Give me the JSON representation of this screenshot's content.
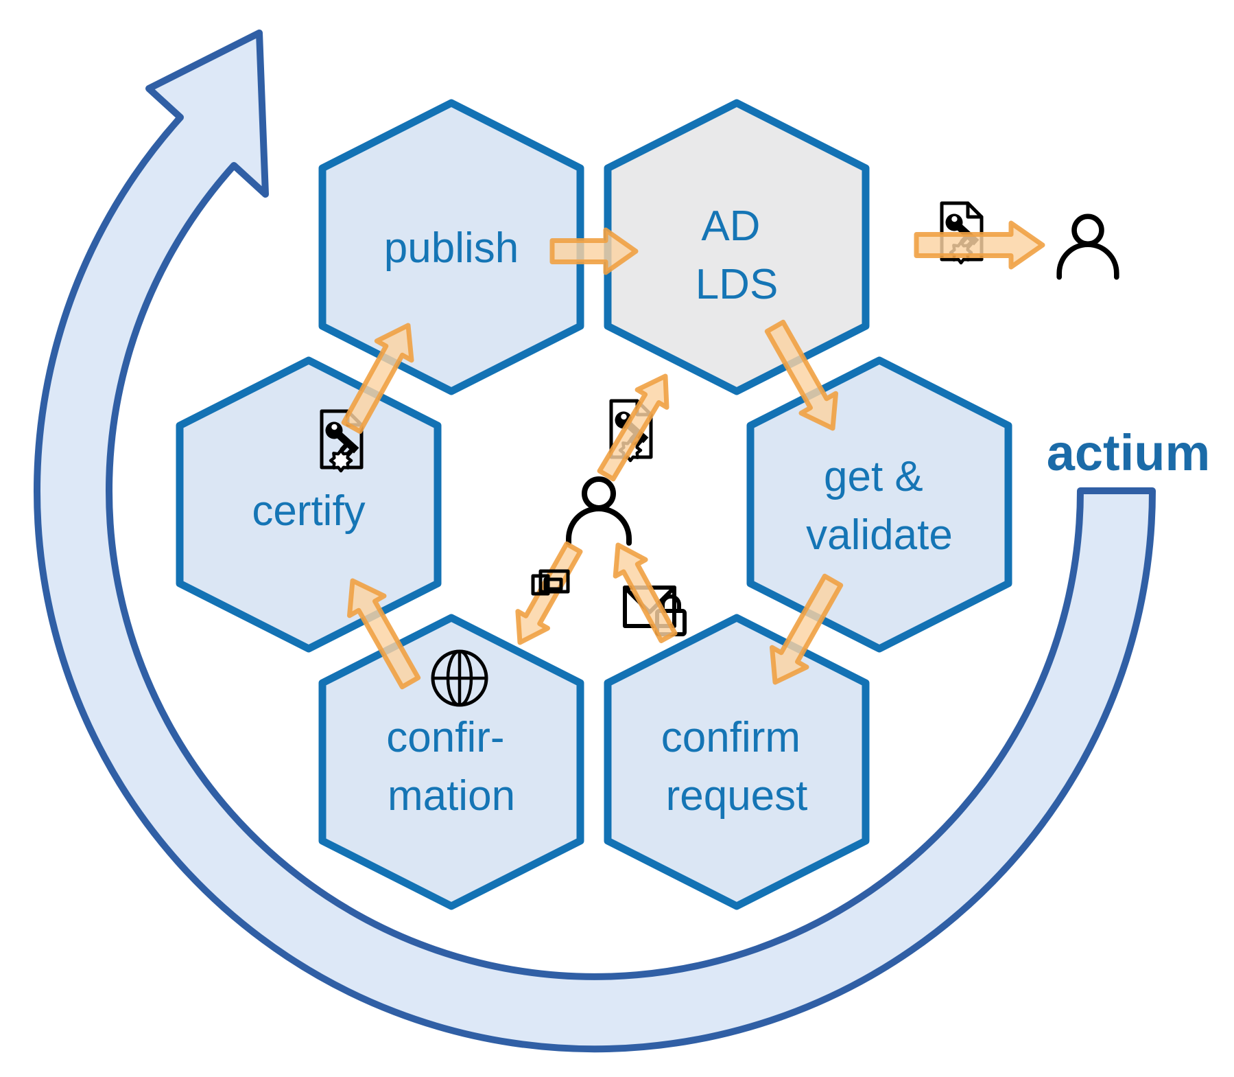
{
  "brand": {
    "name": "actium",
    "color": "#1b6ba8"
  },
  "diagram": {
    "type": "hexagon-cycle-flow",
    "background": "#ffffff",
    "hexagons": [
      {
        "id": "publish",
        "label_lines": [
          "publish"
        ],
        "fill": "#dbe6f4",
        "border": "#1372b4"
      },
      {
        "id": "ad-lds",
        "label_lines": [
          "AD",
          "LDS"
        ],
        "fill": "#e9e9ea",
        "border": "#1372b4"
      },
      {
        "id": "get-validate",
        "label_lines": [
          "get &",
          "validate"
        ],
        "fill": "#dbe6f4",
        "border": "#1372b4"
      },
      {
        "id": "confirm-request",
        "label_lines": [
          "confirm",
          "request"
        ],
        "fill": "#dbe6f4",
        "border": "#1372b4"
      },
      {
        "id": "confirmation",
        "label_lines": [
          "confir-",
          "mation"
        ],
        "fill": "#dbe6f4",
        "border": "#1372b4"
      },
      {
        "id": "certify",
        "label_lines": [
          "certify"
        ],
        "fill": "#dbe6f4",
        "border": "#1372b4"
      }
    ],
    "flows": [
      {
        "name": "certify-to-publish",
        "from": "certify",
        "to": "publish"
      },
      {
        "name": "publish-to-ad-lds",
        "from": "publish",
        "to": "ad-lds"
      },
      {
        "name": "ad-lds-to-get-validate",
        "from": "ad-lds",
        "to": "get-validate"
      },
      {
        "name": "get-validate-to-confirm-request",
        "from": "get-validate",
        "to": "confirm-request"
      },
      {
        "name": "confirmation-to-certify",
        "from": "confirmation",
        "to": "certify"
      },
      {
        "name": "user-certificate-upload",
        "from": "user",
        "to": "ad-lds"
      },
      {
        "name": "user-link-to-confirmation",
        "from": "user",
        "to": "confirmation"
      },
      {
        "name": "secure-email-to-user",
        "from": "confirm-request",
        "to": "user"
      },
      {
        "name": "certificate-to-recipient",
        "from": "certificate",
        "to": "recipient"
      }
    ],
    "icons": [
      "certificate-document-icon (document with key and seal, shown 3x: in certify hexagon, at center user, at top-right recipient)",
      "person-icon (center user)",
      "person-icon (top-right recipient)",
      "globe-icon (in confirmation hexagon)",
      "link-icon (chain links on arrow to confirmation)",
      "secure-email-icon (envelope with padlock)"
    ],
    "cycle_arrow": "large counter-clockwise ring arrow around the hexagons, arrowhead pointing up-right at top-left, tail below the brand name",
    "colors": {
      "hex_fill_blue": "#dbe6f4",
      "hex_fill_gray": "#e9e9ea",
      "hex_border": "#1372b4",
      "label_text": "#1575b5",
      "cycle_fill": "#dde8f7",
      "cycle_border": "#305fa5",
      "arrow_fill": "#fbd3a2",
      "arrow_border": "#f0a144",
      "icon_black": "#000000"
    }
  }
}
